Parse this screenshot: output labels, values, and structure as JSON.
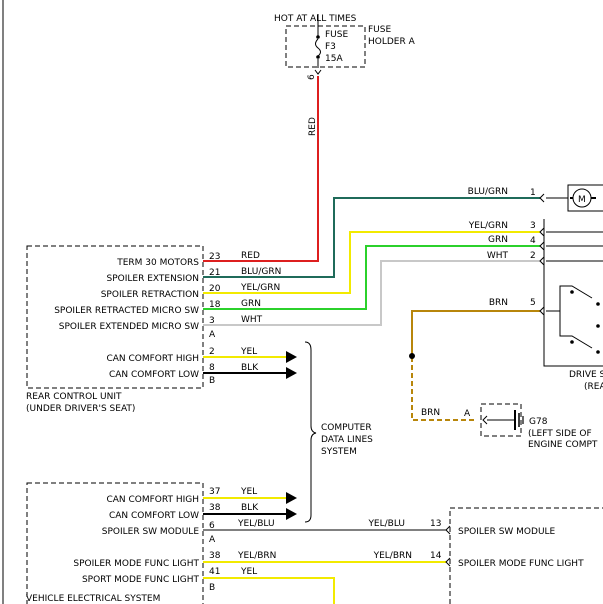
{
  "fuse": {
    "header": "HOT AT ALL TIMES",
    "fuse_label": "FUSE",
    "fuse_id": "F3",
    "rating": "15A",
    "holder_line1": "FUSE",
    "holder_line2": "HOLDER A",
    "pin": "6"
  },
  "colors": {
    "red": "#dd1f1f",
    "green_dark": "#1f6b5a",
    "yellow": "#f2ea00",
    "green": "#2bd12b",
    "white": "#c8c8c8",
    "brown": "#b8860b"
  },
  "rear_control_unit": {
    "name_line1": "REAR CONTROL UNIT",
    "name_line2": "(UNDER DRIVER'S SEAT)",
    "connector_a": "A",
    "connector_b": "B",
    "pins": [
      {
        "label": "TERM 30 MOTORS",
        "pin": "23",
        "wire": "RED"
      },
      {
        "label": "SPOILER EXTENSION",
        "pin": "21",
        "wire": "BLU/GRN"
      },
      {
        "label": "SPOILER RETRACTION",
        "pin": "20",
        "wire": "YEL/GRN"
      },
      {
        "label": "SPOILER RETRACTED MICRO SW",
        "pin": "18",
        "wire": "GRN"
      },
      {
        "label": "SPOILER EXTENDED MICRO SW",
        "pin": "3",
        "wire": "WHT"
      },
      {
        "label": "CAN COMFORT HIGH",
        "pin": "2",
        "wire": "YEL"
      },
      {
        "label": "CAN COMFORT LOW",
        "pin": "8",
        "wire": "BLK"
      }
    ]
  },
  "vertical_wire_label": "RED",
  "drive_side": {
    "wire_labels": [
      "BLU/GRN",
      "YEL/GRN",
      "GRN",
      "WHT",
      "BRN"
    ],
    "pins": [
      "1",
      "3",
      "4",
      "2",
      "5"
    ],
    "motor_symbol": "M",
    "label_line1": "DRIVE S",
    "label_line2": "(REA"
  },
  "ground": {
    "wire": "BRN",
    "connector": "A",
    "id": "G78",
    "location_line1": "(LEFT SIDE OF",
    "location_line2": "ENGINE COMPT"
  },
  "data_lines": {
    "line1": "COMPUTER",
    "line2": "DATA LINES",
    "line3": "SYSTEM"
  },
  "vehicle_electrical_system": {
    "name": "VEHICLE ELECTRICAL SYSTEM",
    "connector_a": "A",
    "connector_b": "B",
    "pins": [
      {
        "label": "CAN COMFORT HIGH",
        "pin": "37",
        "wire": "YEL"
      },
      {
        "label": "CAN COMFORT LOW",
        "pin": "38",
        "wire": "BLK"
      },
      {
        "label": "SPOILER SW MODULE",
        "pin": "6",
        "wire": "YEL/BLU"
      },
      {
        "label": "SPOILER MODE FUNC LIGHT",
        "pin": "38",
        "wire": "YEL/BRN"
      },
      {
        "label": "SPORT MODE FUNC LIGHT",
        "pin": "41",
        "wire": "YEL"
      }
    ]
  },
  "spoiler_switch": {
    "rows": [
      {
        "label": "SPOILER SW MODULE",
        "pin": "13",
        "wire": "YEL/BLU"
      },
      {
        "label": "SPOILER MODE FUNC LIGHT",
        "pin": "14",
        "wire": "YEL/BRN"
      }
    ]
  }
}
